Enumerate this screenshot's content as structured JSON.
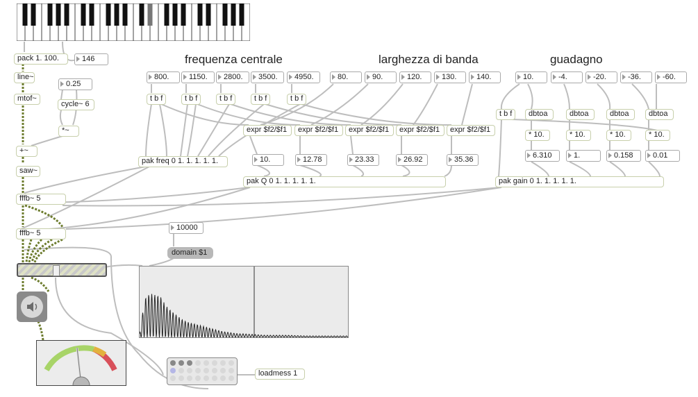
{
  "headings": {
    "freq": "frequenza centrale",
    "bw": "larghezza di banda",
    "gain": "guadagno"
  },
  "objects": {
    "pack": "pack 1. 100.",
    "line": "line~",
    "mtof": "mtof~",
    "cycle": "cycle~ 6",
    "mul": "*~",
    "plus": "+~",
    "saw": "saw~",
    "fffb1": "fffb~ 5",
    "fffb2": "fffb~ 5",
    "pak_freq": "pak freq 0 1. 1. 1. 1. 1.",
    "pak_q": "pak Q 0 1. 1. 1. 1. 1.",
    "pak_gain": "pak gain 0 1. 1. 1. 1. 1.",
    "tbf": "t b f",
    "expr": "expr $f2/$f1",
    "dbtoa": "dbtoa",
    "times10": "* 10.",
    "loadmess": "loadmess 1",
    "domain_msg": "domain $1"
  },
  "numbers": {
    "note": "146",
    "lfo_amp": "0.25",
    "domain": "10000",
    "freq": [
      "800.",
      "1150.",
      "2800.",
      "3500.",
      "4950."
    ],
    "bw": [
      "80.",
      "90.",
      "120.",
      "130.",
      "140."
    ],
    "gain": [
      "10.",
      "-4.",
      "-20.",
      "-36.",
      "-60."
    ],
    "q": [
      "10.",
      "12.78",
      "23.33",
      "26.92",
      "35.36"
    ],
    "amp": [
      "6.310",
      "1.",
      "0.158",
      "0.01"
    ]
  },
  "colors": {
    "object_border": "#c7cfab",
    "patch_cord": "#b8b8b8",
    "signal_cord": "#7a8a3a",
    "meter_green": "#a8d468",
    "meter_red": "#d8505a"
  },
  "icons": {
    "speaker": "speaker-icon",
    "matrix": "matrix-grid",
    "keyboard": "piano-keyboard"
  },
  "chart_data": {
    "type": "line",
    "title": "",
    "xlabel": "",
    "ylabel": "",
    "xlim": [
      0,
      10000
    ],
    "ylim": [
      0,
      1
    ],
    "x": [
      0,
      250,
      500,
      750,
      1000,
      1250,
      1500,
      1750,
      2000,
      2250,
      2500,
      2750,
      3000,
      3250,
      3500,
      3750,
      4000,
      4250,
      4500,
      4750,
      5000,
      5500,
      6000,
      7000,
      8000,
      9000,
      10000
    ],
    "values": [
      0.05,
      0.55,
      0.62,
      0.6,
      0.58,
      0.45,
      0.38,
      0.32,
      0.26,
      0.22,
      0.2,
      0.18,
      0.16,
      0.14,
      0.12,
      0.1,
      0.08,
      0.07,
      0.06,
      0.05,
      0.05,
      0.04,
      0.03,
      0.03,
      0.02,
      0.02,
      0.02
    ],
    "series": [
      {
        "values": [
          0.05,
          0.55,
          0.62,
          0.6,
          0.58,
          0.45,
          0.38,
          0.32,
          0.26,
          0.22,
          0.2,
          0.18,
          0.16,
          0.14,
          0.12,
          0.1,
          0.08,
          0.07,
          0.06,
          0.05,
          0.05,
          0.04,
          0.03,
          0.03,
          0.02,
          0.02,
          0.02
        ]
      }
    ]
  }
}
